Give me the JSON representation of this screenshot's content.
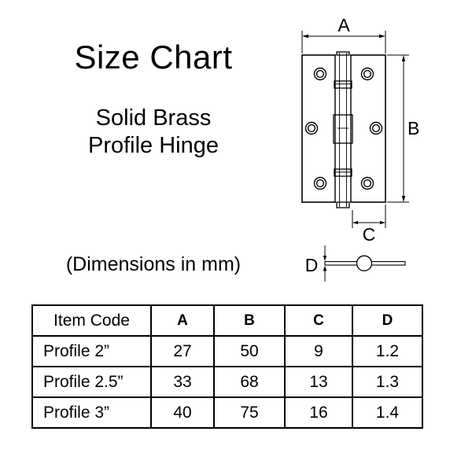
{
  "title": "Size Chart",
  "subtitle_line1": "Solid Brass",
  "subtitle_line2": "Profile Hinge",
  "dimensions_note": "(Dimensions in mm)",
  "diagram": {
    "labels": {
      "a": "A",
      "b": "B",
      "c": "C",
      "d": "D"
    }
  },
  "table": {
    "headers": [
      "Item Code",
      "A",
      "B",
      "C",
      "D"
    ],
    "rows": [
      [
        "Profile 2”",
        "27",
        "50",
        "9",
        "1.2"
      ],
      [
        "Profile 2.5”",
        "33",
        "68",
        "13",
        "1.3"
      ],
      [
        "Profile 3”",
        "40",
        "75",
        "16",
        "1.4"
      ]
    ]
  },
  "colors": {
    "line": "#000000",
    "background": "#ffffff"
  }
}
